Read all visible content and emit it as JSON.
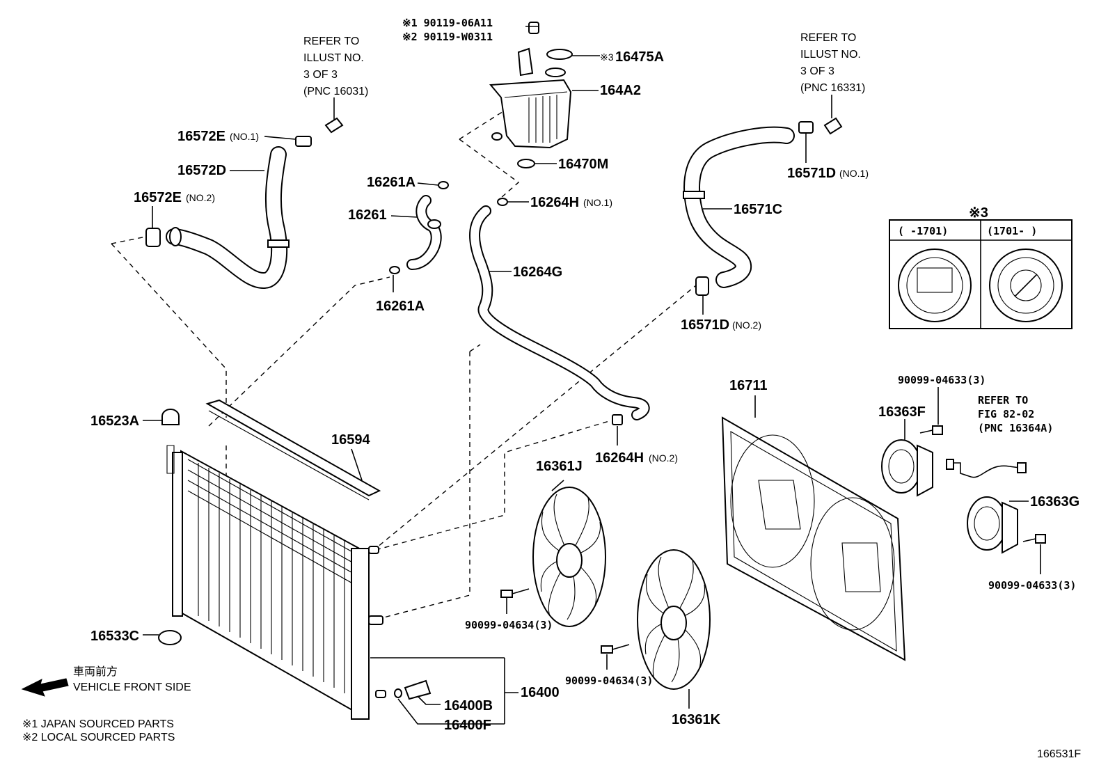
{
  "refs": {
    "left": [
      "REFER TO",
      "ILLUST NO.",
      "3 OF 3",
      "(PNC 16031)"
    ],
    "right": [
      "REFER TO",
      "ILLUST NO.",
      "3 OF 3",
      "(PNC 16331)"
    ],
    "fig": [
      "REFER TO",
      "FIG 82-02",
      "(PNC 16364A)"
    ]
  },
  "bolts_top": {
    "line1": "※1 90119-06A11",
    "line2": "※2 90119-W0311"
  },
  "parts": {
    "p16475A": "16475A",
    "p16475A_mark": "※3",
    "p164A2": "164A2",
    "p16470M": "16470M",
    "p16261A_1": "16261A",
    "p16261": "16261",
    "p16261A_2": "16261A",
    "p16264H_1": "16264H",
    "p16264H_1_sub": "(NO.1)",
    "p16264G": "16264G",
    "p16264H_2": "16264H",
    "p16264H_2_sub": "(NO.2)",
    "p16572E_1": "16572E",
    "p16572E_1_sub": "(NO.1)",
    "p16572D": "16572D",
    "p16572E_2": "16572E",
    "p16572E_2_sub": "(NO.2)",
    "p16571D_1": "16571D",
    "p16571D_1_sub": "(NO.1)",
    "p16571C": "16571C",
    "p16571D_2": "16571D",
    "p16571D_2_sub": "(NO.2)",
    "p16523A": "16523A",
    "p16594": "16594",
    "p16533C": "16533C",
    "p16400": "16400",
    "p16400B": "16400B",
    "p16400F": "16400F",
    "p16361J": "16361J",
    "p16361K": "16361K",
    "p16711": "16711",
    "p16363F": "16363F",
    "p16363G": "16363G",
    "bolt_90099_04634_a": "90099-04634(3)",
    "bolt_90099_04634_b": "90099-04634(3)",
    "bolt_90099_04633_a": "90099-04633(3)",
    "bolt_90099_04633_b": "90099-04633(3)"
  },
  "inset": {
    "title": "※3",
    "col1": "(    -1701)",
    "col2": "(1701-    )"
  },
  "direction": {
    "jp": "車両前方",
    "en": "VEHICLE FRONT SIDE"
  },
  "legend": {
    "note1": "※1 JAPAN SOURCED PARTS",
    "note2": "※2 LOCAL SOURCED PARTS"
  },
  "figure_id": "166531F"
}
